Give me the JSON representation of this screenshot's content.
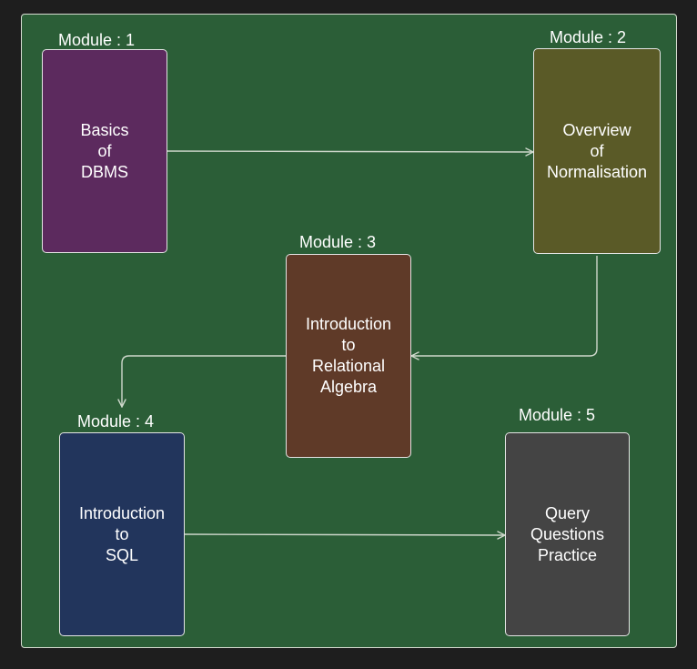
{
  "modules": [
    {
      "label": "Module : 1",
      "lines": [
        "Basics",
        "of",
        "DBMS"
      ],
      "color": "#5c2a5e"
    },
    {
      "label": "Module : 2",
      "lines": [
        "Overview",
        "of",
        "Normalisation"
      ],
      "color": "#5a5a27"
    },
    {
      "label": "Module : 3",
      "lines": [
        "Introduction",
        "to",
        "Relational",
        "Algebra"
      ],
      "color": "#5f3a28"
    },
    {
      "label": "Module : 4",
      "lines": [
        "Introduction",
        "to",
        "SQL"
      ],
      "color": "#22355c"
    },
    {
      "label": "Module : 5",
      "lines": [
        "Query",
        "Questions",
        "Practice"
      ],
      "color": "#444444"
    }
  ],
  "colors": {
    "background": "#1e1e1e",
    "canvas": "#2b5e37",
    "connector": "#cfd8cc"
  }
}
